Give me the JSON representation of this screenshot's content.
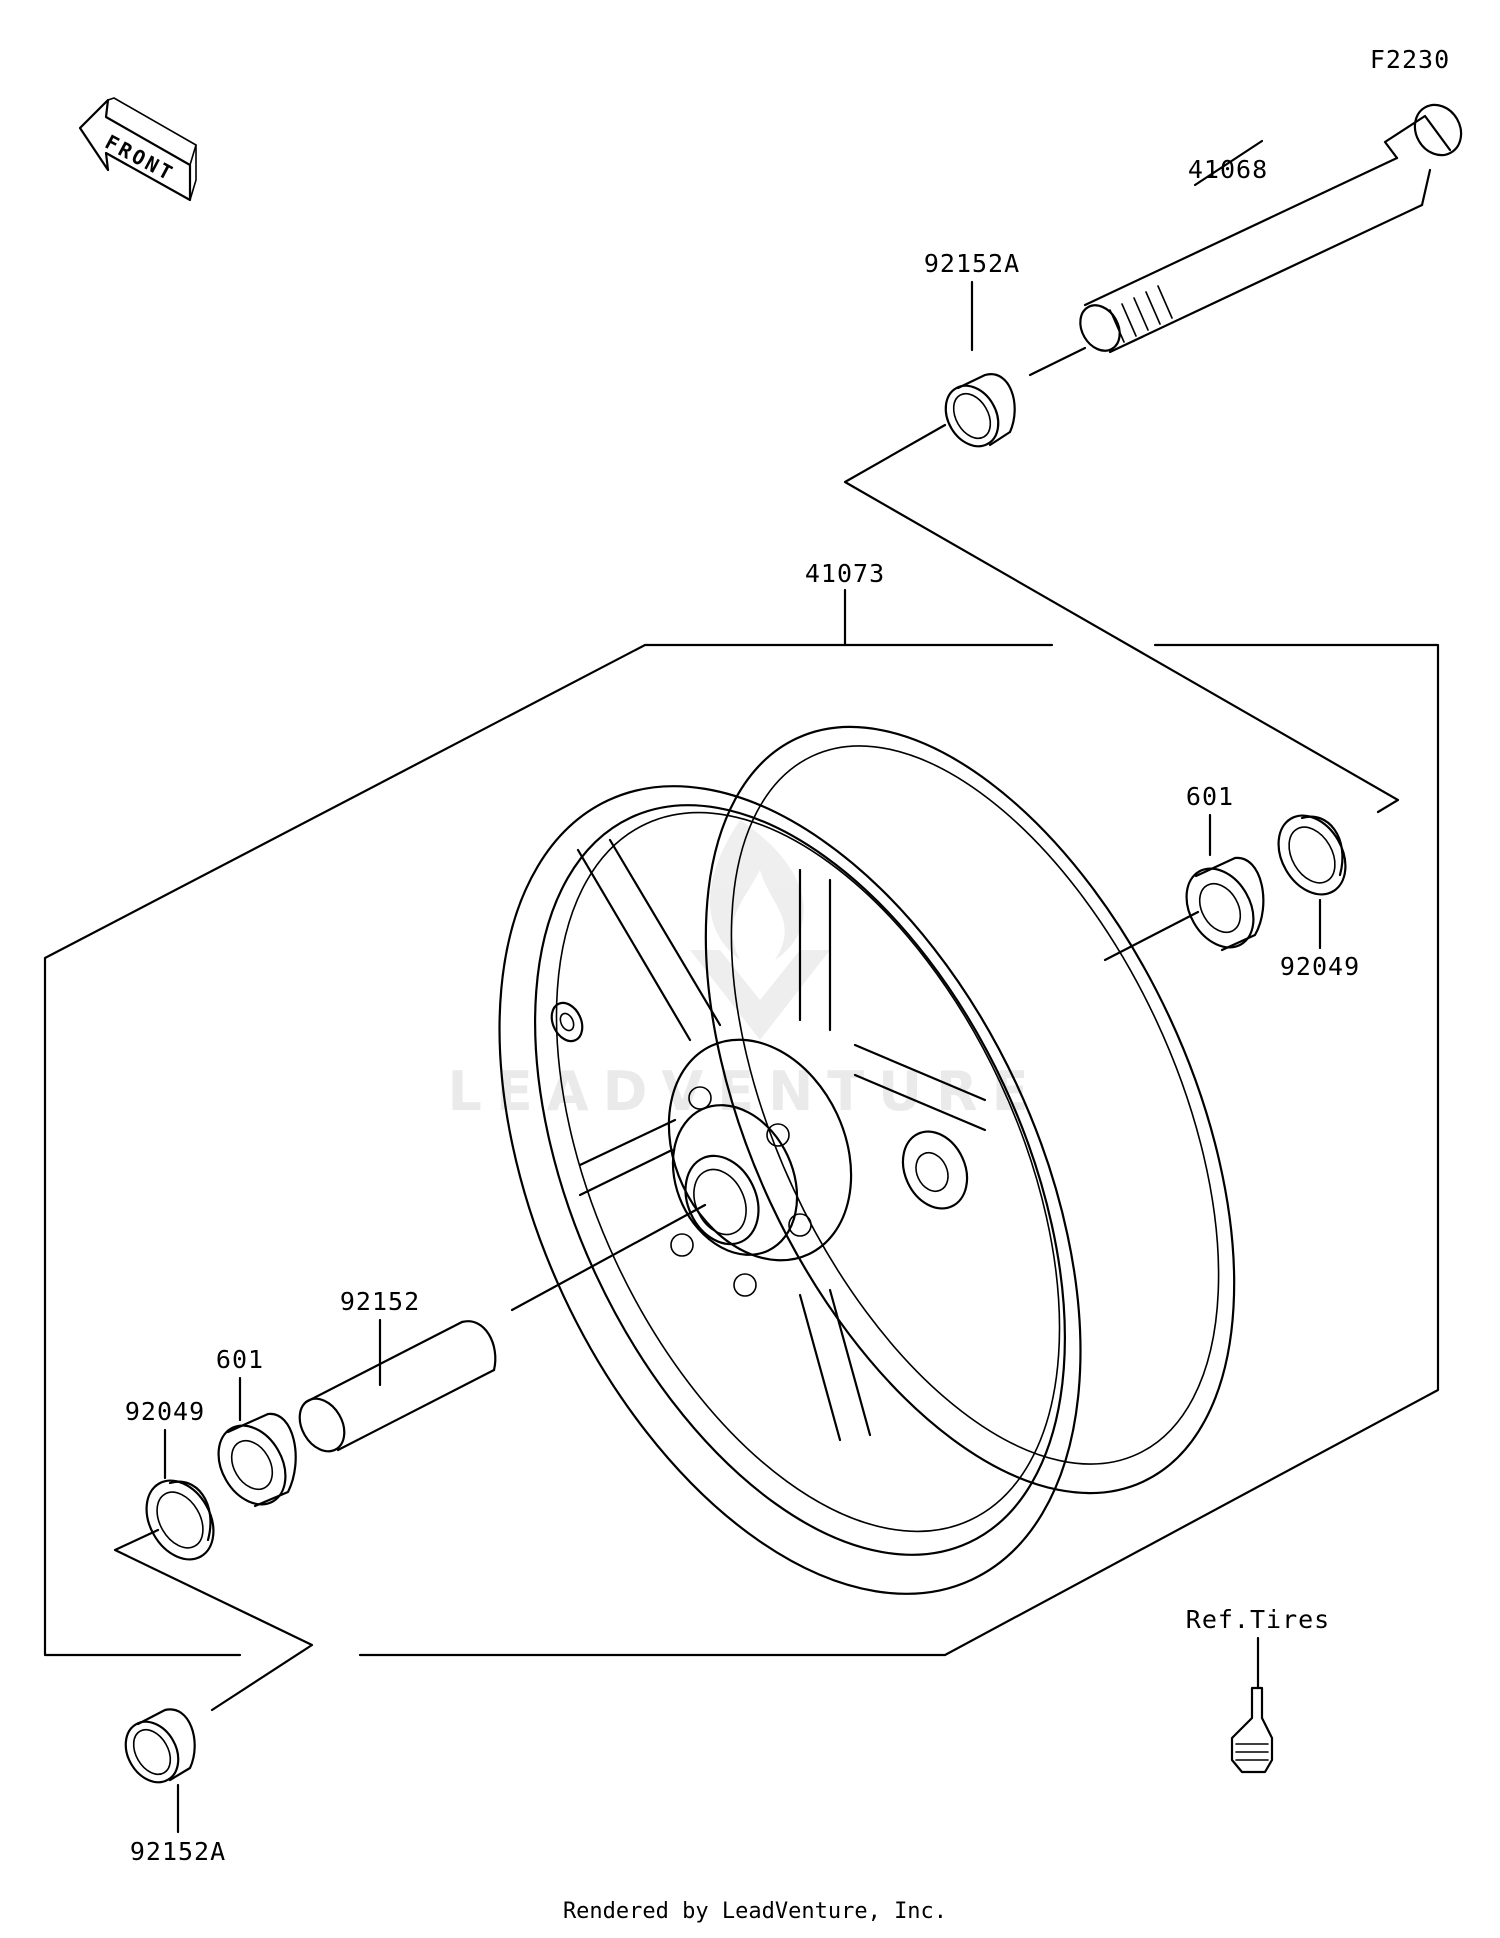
{
  "diagram": {
    "code": "F2230",
    "front_label": "FRONT",
    "footer": "Rendered by LeadVenture, Inc.",
    "watermark": "LEADVENTURE",
    "parts": {
      "axle": "41068",
      "collar_top": "92152A",
      "wheel": "41073",
      "bearing_right": "601",
      "seal_right": "92049",
      "spacer": "92152",
      "bearing_left": "601",
      "seal_left": "92049",
      "collar_bottom": "92152A",
      "valve_ref": "Ref.Tires"
    }
  }
}
